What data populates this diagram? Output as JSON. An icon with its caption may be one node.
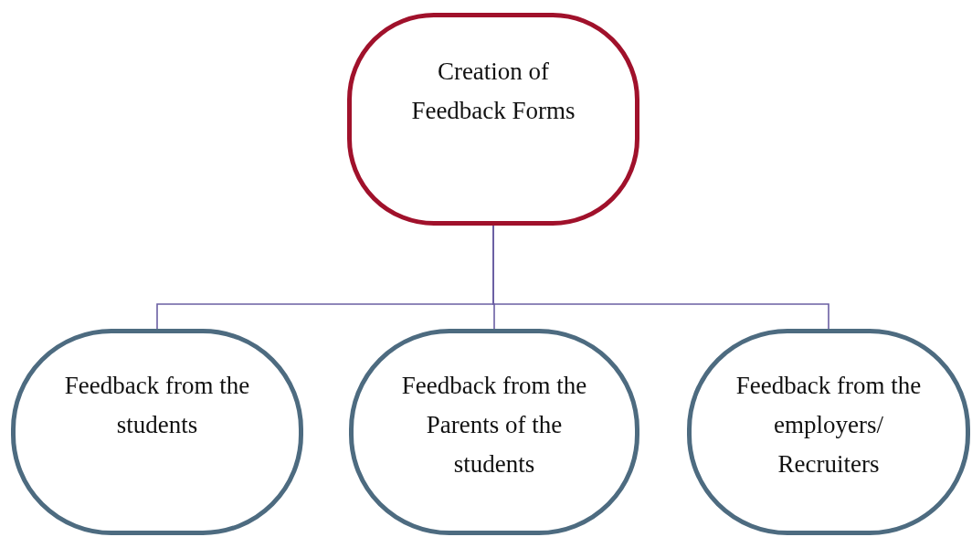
{
  "diagram": {
    "nodes": [
      {
        "text": [
          "Creation of Feedback Forms"
        ]
      },
      {
        "text": [
          "Feedback from the students"
        ]
      },
      {
        "text": [
          "Feedback from the Parents of the students"
        ]
      },
      {
        "text": [
          "Feedback from the employers/ Recruiters"
        ]
      }
    ],
    "edges": [
      {
        "from": 0,
        "to": 1,
        "arrow": "none"
      },
      {
        "from": 0,
        "to": 2,
        "arrow": "none"
      },
      {
        "from": 0,
        "to": 3,
        "arrow": "none"
      }
    ]
  }
}
